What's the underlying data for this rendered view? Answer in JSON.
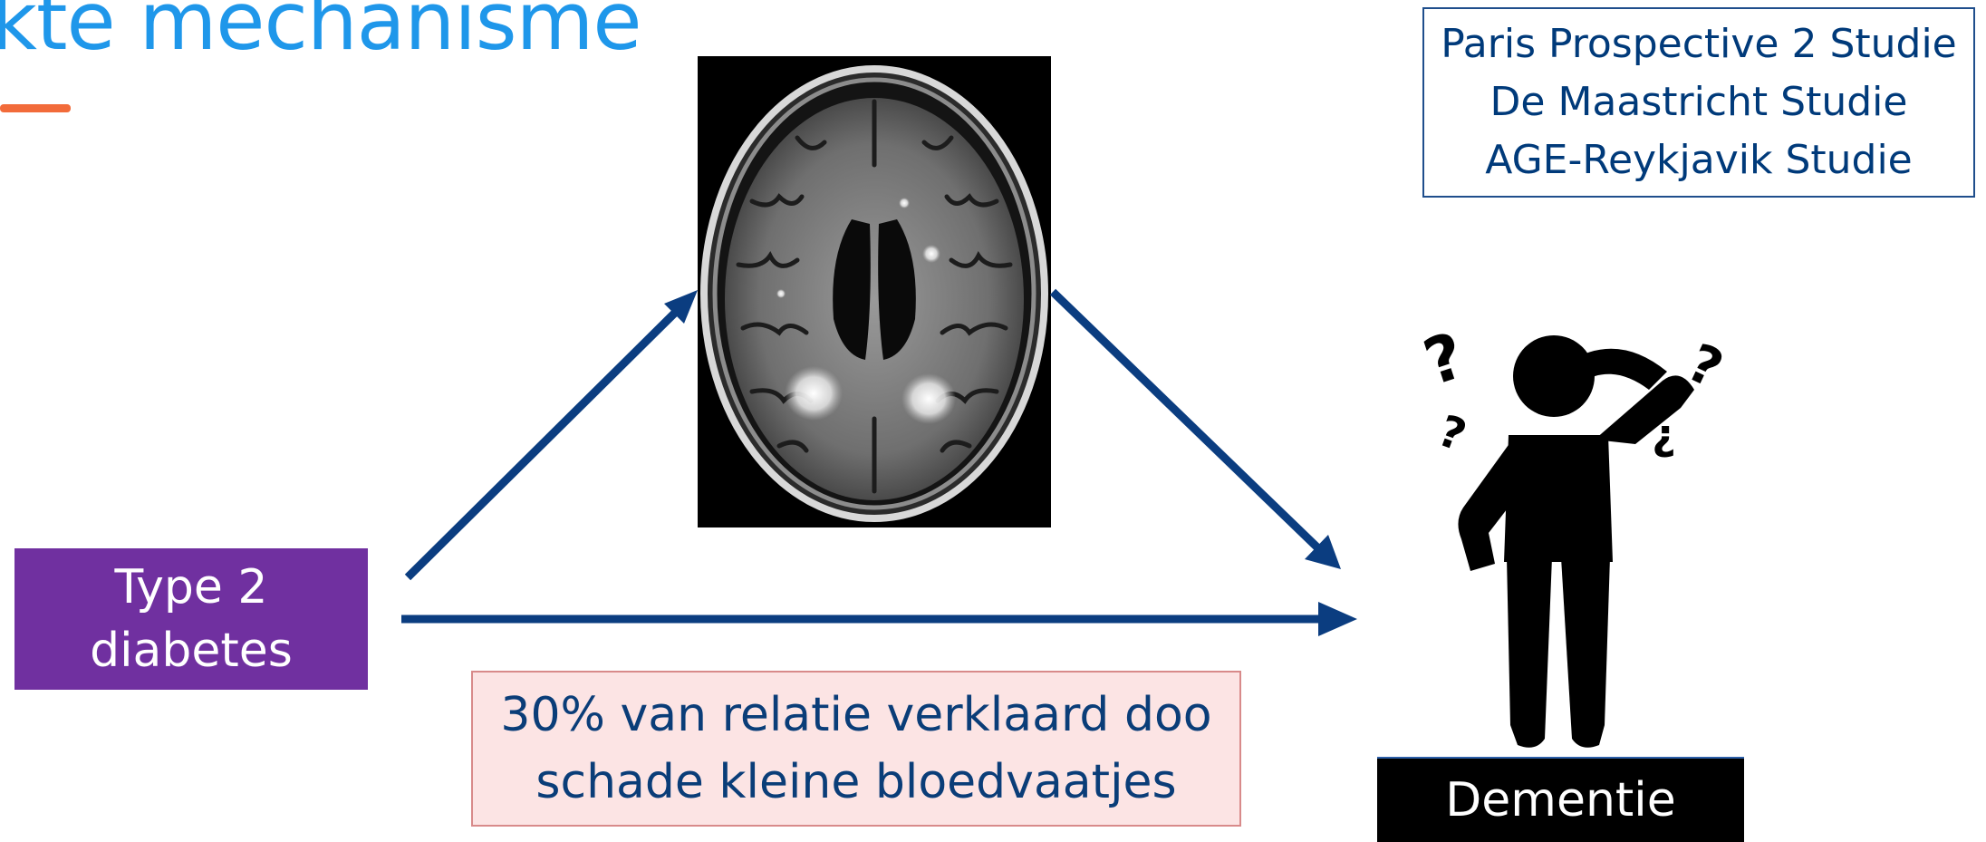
{
  "slide": {
    "title": "kte mechanisme"
  },
  "studies": [
    "Paris Prospective 2 Studie",
    "De Maastricht Studie",
    "AGE-Reykjavik Studie"
  ],
  "cause": {
    "lines": [
      "Type 2",
      "diabetes"
    ]
  },
  "mediator_note": {
    "lines": [
      "30% van relatie verklaard doo",
      "schade kleine bloedvaatjes"
    ]
  },
  "outcome": {
    "label": "Dementie"
  },
  "images": {
    "brain": "brain-mri-scan",
    "person": "confused-person-icon"
  },
  "colors": {
    "title": "#1f97ea",
    "accent": "#f26b3a",
    "arrow": "#0b3d80",
    "cause_box": "#7030a0",
    "note_fill": "#fce4e4",
    "outcome_box": "#000000"
  }
}
